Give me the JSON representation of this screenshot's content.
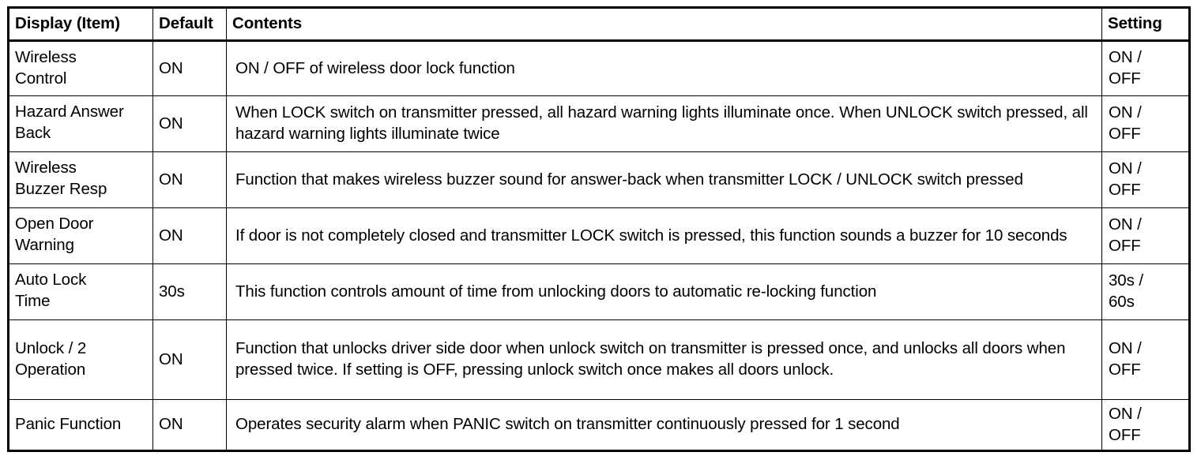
{
  "table": {
    "headers": {
      "item": "Display (Item)",
      "default": "Default",
      "contents": "Contents",
      "setting": "Setting"
    },
    "rows": [
      {
        "item_line1": "Wireless",
        "item_line2": "Control",
        "default": "ON",
        "contents": "ON / OFF of wireless door lock function",
        "setting_line1": "ON /",
        "setting_line2": "OFF"
      },
      {
        "item_line1": "Hazard Answer",
        "item_line2": "Back",
        "default": "ON",
        "contents": "When LOCK switch on transmitter pressed, all hazard warning lights illuminate once. When UNLOCK switch pressed, all hazard warning lights illuminate twice",
        "setting_line1": "ON /",
        "setting_line2": "OFF"
      },
      {
        "item_line1": "Wireless",
        "item_line2": "Buzzer Resp",
        "default": "ON",
        "contents": "Function that makes wireless buzzer sound for answer-back when transmitter LOCK / UNLOCK switch pressed",
        "setting_line1": "ON /",
        "setting_line2": "OFF"
      },
      {
        "item_line1": "Open Door",
        "item_line2": "Warning",
        "default": "ON",
        "contents": "If door is not completely closed and transmitter LOCK switch is pressed, this function sounds a buzzer for 10 seconds",
        "setting_line1": "ON /",
        "setting_line2": "OFF"
      },
      {
        "item_line1": "Auto Lock",
        "item_line2": "Time",
        "default": "30s",
        "contents": "This function controls amount of time from unlocking doors to automatic re-locking function",
        "setting_line1": "30s /",
        "setting_line2": "60s"
      },
      {
        "item_line1": "Unlock / 2",
        "item_line2": "Operation",
        "default": "ON",
        "contents": "Function that unlocks driver side door when unlock switch on transmitter is pressed once, and unlocks all doors when pressed twice. If setting is OFF, pressing unlock switch once makes all doors unlock.",
        "setting_line1": "ON /",
        "setting_line2": "OFF"
      },
      {
        "item_line1": "Panic Function",
        "item_line2": "",
        "default": "ON",
        "contents": "Operates security alarm when PANIC switch on transmitter continuously pressed for 1 second",
        "setting_line1": "ON /",
        "setting_line2": "OFF"
      }
    ]
  },
  "colors": {
    "border": "#000000",
    "text": "#000000",
    "background": "#ffffff"
  }
}
